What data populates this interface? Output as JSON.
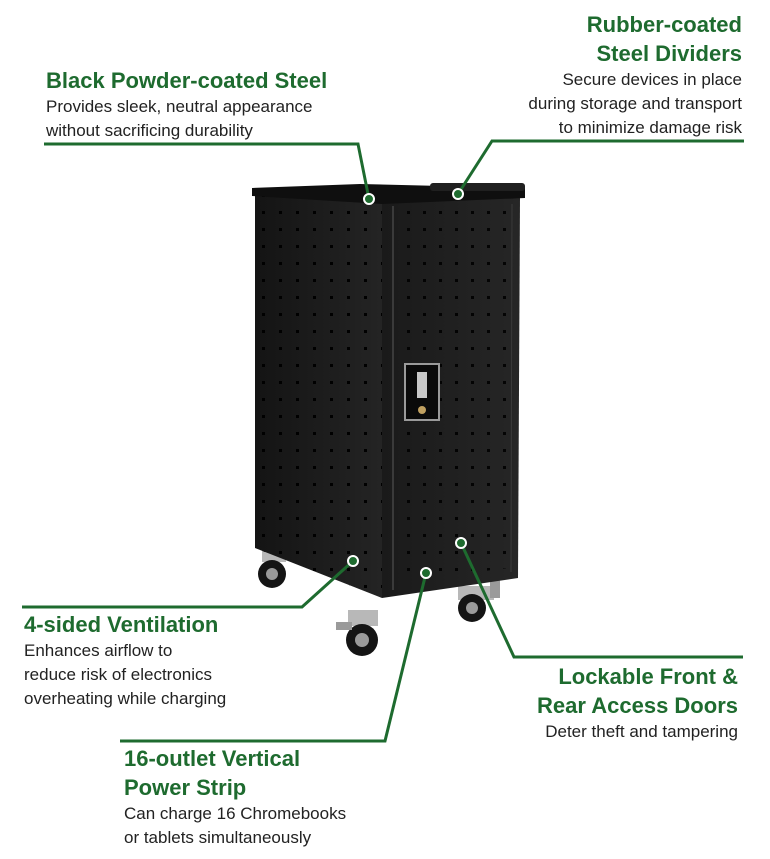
{
  "colors": {
    "accent": "#1e6b2f",
    "cabinet": "#1b1b1b"
  },
  "callouts": {
    "steel": {
      "title": "Black Powder-coated Steel",
      "lines": [
        "Provides sleek, neutral appearance",
        "without sacrificing durability"
      ]
    },
    "dividers": {
      "title_lines": [
        "Rubber-coated",
        "Steel Dividers"
      ],
      "lines": [
        "Secure devices in place",
        "during storage and transport",
        "to minimize damage risk"
      ]
    },
    "ventilation": {
      "title": "4-sided Ventilation",
      "lines": [
        "Enhances airflow to",
        "reduce risk of electronics",
        "overheating while charging"
      ]
    },
    "doors": {
      "title_lines": [
        "Lockable Front &",
        "Rear Access Doors"
      ],
      "lines": [
        "Deter theft and tampering"
      ]
    },
    "power": {
      "title_lines": [
        "16-outlet Vertical",
        "Power Strip"
      ],
      "lines": [
        "Can charge 16 Chromebooks",
        "or tablets simultaneously"
      ]
    }
  }
}
